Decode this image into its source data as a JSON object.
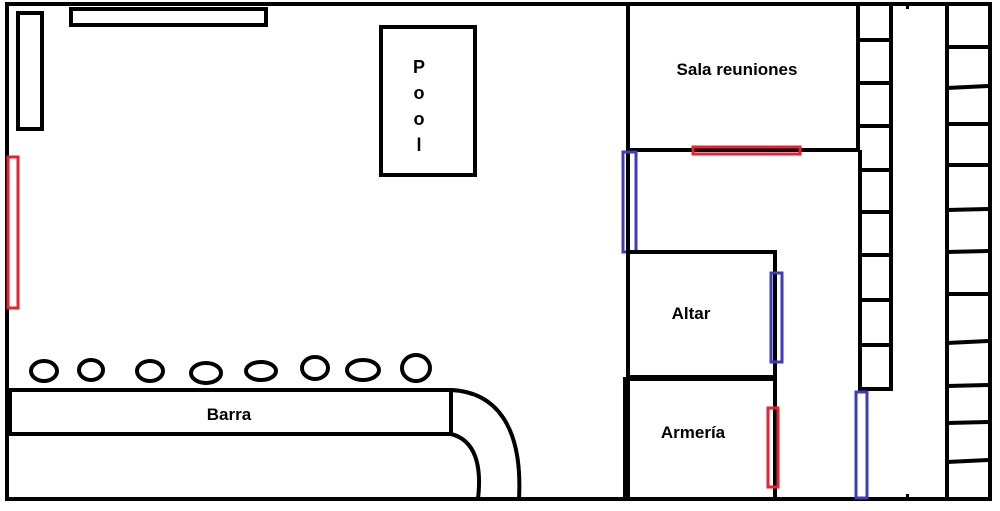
{
  "plan": {
    "labels": {
      "pool": [
        "P",
        "o",
        "o",
        "l"
      ],
      "meeting_room": "Sala reuniones",
      "altar": "Altar",
      "armory": "Armería",
      "bar": "Barra"
    },
    "colors": {
      "wall": "#000000",
      "red_door": "#e8232f",
      "blue_door": "#3d3db8",
      "background": "#ffffff"
    }
  }
}
